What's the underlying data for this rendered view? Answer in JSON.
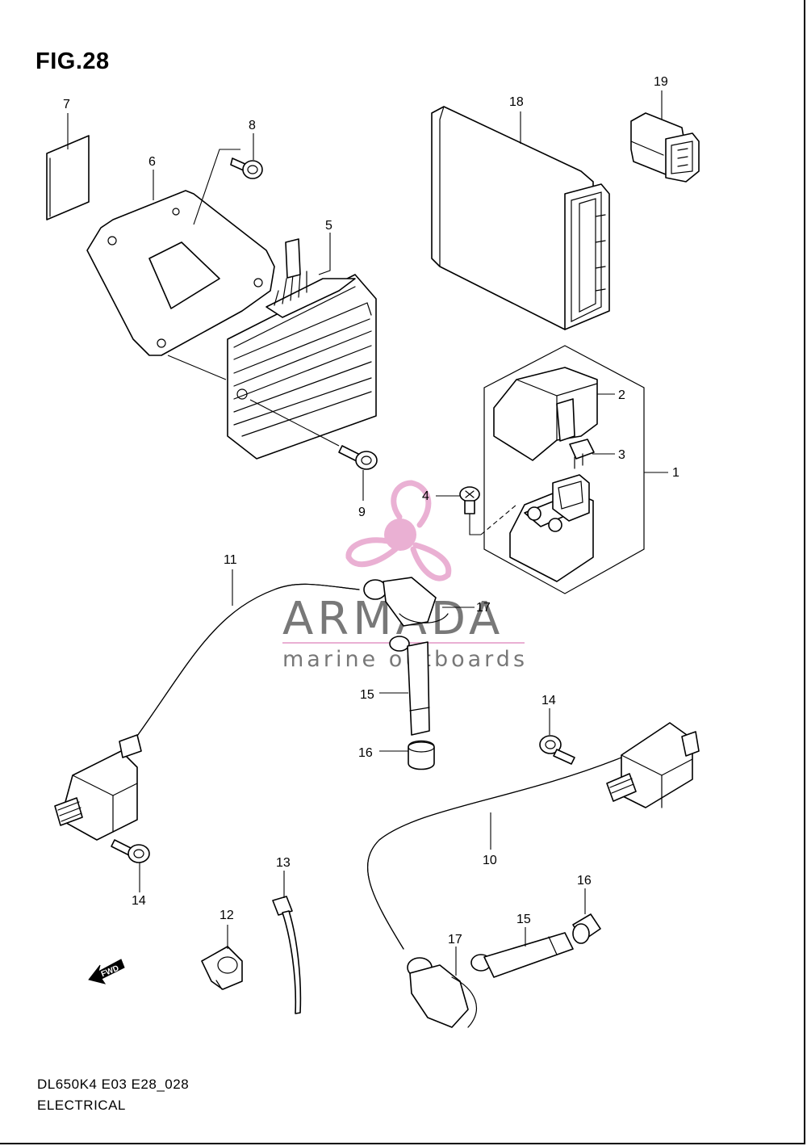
{
  "figure": {
    "title": "FIG.28",
    "model_code": "DL650K4 E03 E28_028",
    "section_name": "ELECTRICAL"
  },
  "watermark": {
    "brand": "ARMADA",
    "tagline": "marine outboards",
    "accent_color": "#e8a8cf",
    "text_color": "#6a6a6a"
  },
  "direction_marker": {
    "label": "FWD",
    "icon": "forward-arrow-icon"
  },
  "callouts": [
    {
      "id": "c1",
      "text": "1"
    },
    {
      "id": "c2",
      "text": "2"
    },
    {
      "id": "c3",
      "text": "3"
    },
    {
      "id": "c4",
      "text": "4"
    },
    {
      "id": "c5",
      "text": "5"
    },
    {
      "id": "c6",
      "text": "6"
    },
    {
      "id": "c7",
      "text": "7"
    },
    {
      "id": "c8",
      "text": "8"
    },
    {
      "id": "c9",
      "text": "9"
    },
    {
      "id": "c10",
      "text": "10"
    },
    {
      "id": "c11",
      "text": "11"
    },
    {
      "id": "c12",
      "text": "12"
    },
    {
      "id": "c13",
      "text": "13"
    },
    {
      "id": "c14a",
      "text": "14"
    },
    {
      "id": "c14b",
      "text": "14"
    },
    {
      "id": "c15a",
      "text": "15"
    },
    {
      "id": "c15b",
      "text": "15"
    },
    {
      "id": "c16a",
      "text": "16"
    },
    {
      "id": "c16b",
      "text": "16"
    },
    {
      "id": "c17a",
      "text": "17"
    },
    {
      "id": "c17b",
      "text": "17"
    },
    {
      "id": "c18",
      "text": "18"
    },
    {
      "id": "c19",
      "text": "19"
    }
  ]
}
